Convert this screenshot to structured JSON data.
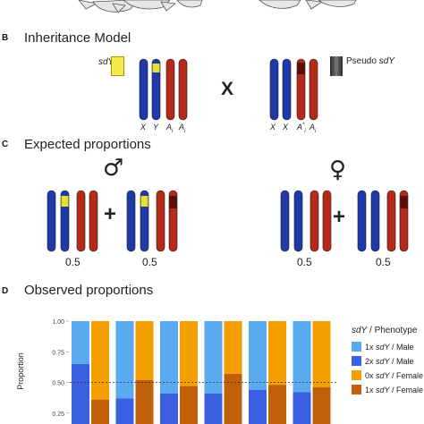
{
  "panels": {
    "b": {
      "letter": "B",
      "title": "Inheritance Model",
      "sdY_label": "sdY",
      "pseudo_label_prefix": "Pseudo ",
      "pseudo_label_italic": "sdY",
      "cross_symbol": "X",
      "male_chr_labels": [
        "X",
        "Y",
        "A",
        "A"
      ],
      "male_chr_subs": [
        "",
        "",
        "i",
        "i"
      ],
      "female_chr_labels": [
        "X",
        "X",
        "A",
        "A"
      ],
      "female_chr_subs": [
        "",
        "",
        "i",
        "i"
      ],
      "female_chr_sups": [
        "",
        "",
        "*",
        ""
      ]
    },
    "c": {
      "letter": "C",
      "title": "Expected proportions",
      "male_symbol": "♂",
      "female_symbol": "♀",
      "plus": "+",
      "proportions": [
        "0.5",
        "0.5",
        "0.5",
        "0.5"
      ]
    },
    "d": {
      "letter": "D",
      "title": "Observed proportions",
      "legend_title_italic": "sdY",
      "legend_title_rest": " / Phenotype",
      "legend": [
        {
          "pre": "1x ",
          "it": "sdY",
          "post": " / Male",
          "color": "#5aaaf0"
        },
        {
          "pre": "2x ",
          "it": "sdY",
          "post": " / Male",
          "color": "#3a5fe0"
        },
        {
          "pre": "0x ",
          "it": "sdY",
          "post": " / Female",
          "color": "#f5a000"
        },
        {
          "pre": "1x ",
          "it": "sdY",
          "post": " / Female",
          "color": "#c06008"
        }
      ]
    }
  },
  "colors": {
    "chr_blue": "#1f3aa8",
    "chr_red": "#b52a18",
    "sdY": "#e8e030",
    "pseudo": "#5a0e08"
  },
  "chart_data": {
    "type": "bar",
    "stacked": true,
    "ylabel": "Proportion",
    "yticks": [
      "0.25",
      "0.50",
      "0.75",
      "1.00"
    ],
    "ylim": [
      0.25,
      1.0
    ],
    "reference_line": 0.5,
    "groups": [
      {
        "male": {
          "two_x": 0.65
        },
        "female": {
          "one_x": 0.36
        }
      },
      {
        "male": {
          "two_x": 0.37
        },
        "female": {
          "one_x": 0.52
        }
      },
      {
        "male": {
          "two_x": 0.41
        },
        "female": {
          "one_x": 0.47
        }
      },
      {
        "male": {
          "two_x": 0.41
        },
        "female": {
          "one_x": 0.57
        }
      },
      {
        "male": {
          "two_x": 0.44
        },
        "female": {
          "one_x": 0.48
        }
      },
      {
        "male": {
          "two_x": 0.42
        },
        "female": {
          "one_x": 0.46
        }
      }
    ]
  }
}
